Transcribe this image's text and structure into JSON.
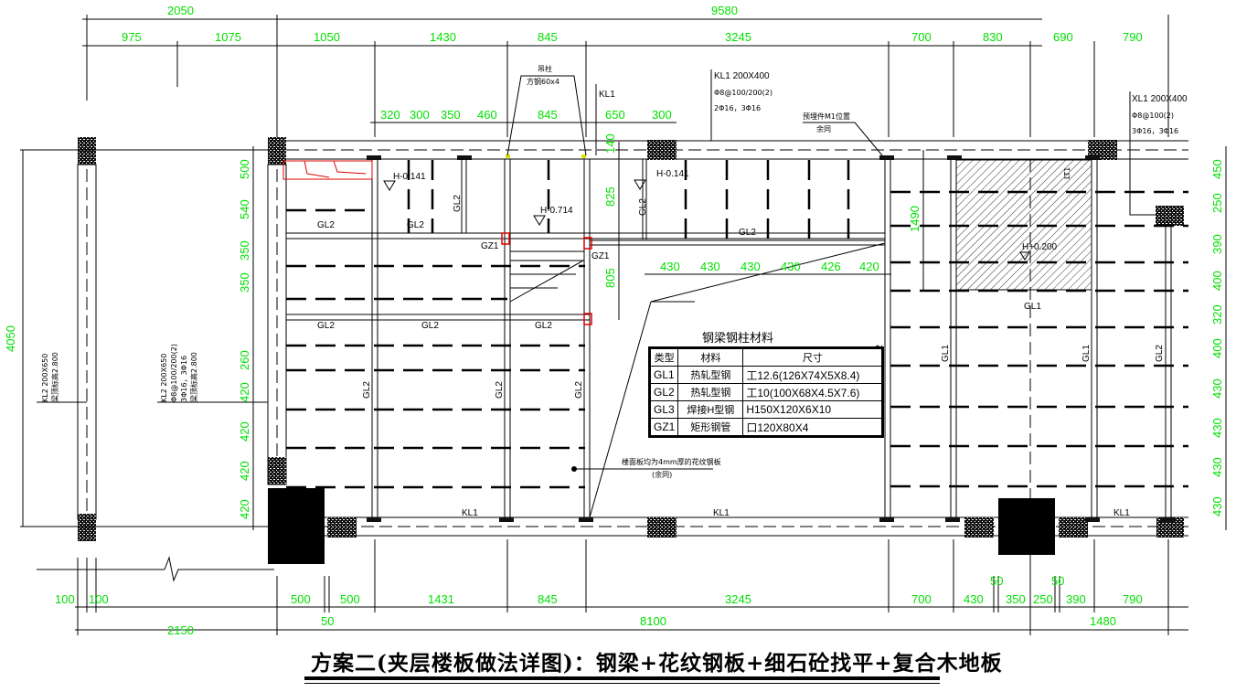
{
  "title": "方案二(夹层楼板做法详图)：钢梁+花纹钢板+细石砼找平+复合木地板",
  "dimensions": {
    "top_overall": [
      "2050",
      "9580"
    ],
    "top_row": [
      "975",
      "1075",
      "1050",
      "1430",
      "845",
      "3245",
      "700",
      "830",
      "690",
      "790"
    ],
    "top_inner_row": [
      "320",
      "300",
      "350",
      "460",
      "845",
      "650",
      "300"
    ],
    "mid_row": [
      "430",
      "430",
      "430",
      "430",
      "426",
      "420"
    ],
    "left_overall": "4050",
    "left_column": [
      "500",
      "540",
      "350",
      "350",
      "260",
      "420",
      "420",
      "420",
      "420"
    ],
    "right_column": [
      "450",
      "250",
      "390",
      "400",
      "320",
      "400",
      "430",
      "430",
      "430",
      "430"
    ],
    "inner_vertical": [
      "140",
      "825",
      "805",
      "1490"
    ],
    "bottom_row": [
      "100",
      "100",
      "500",
      "500",
      "1431",
      "845",
      "3245",
      "700",
      "430",
      "350",
      "250",
      "390",
      "790"
    ],
    "bottom_small": [
      "50",
      "50",
      "50"
    ],
    "bottom_overall": [
      "2150",
      "8100",
      "1480"
    ]
  },
  "annotations": {
    "hanger": "吊柱",
    "hanger_spec": "方钢60x4",
    "kl1": "KL1",
    "kl1_spec": [
      "KL1 200X400",
      "Φ8@100/200(2)",
      "2Φ16，3Φ16"
    ],
    "xl1_spec": [
      "XL1 200X400",
      "Φ8@100(2)",
      "3Φ16，3Φ16"
    ],
    "kl2_left": [
      "KL2 200X650",
      "梁顶标高2.800"
    ],
    "kl2_mid": [
      "KL2 200X650",
      "Φ8@100/200(2)",
      "3Φ16，3Φ16",
      "梁顶标高2.800"
    ],
    "embed_note": [
      "预埋件M1位置",
      "余同"
    ],
    "plate_note": [
      "楼面板均为4mm厚的花纹钢板",
      "(余同)"
    ],
    "elev_1": "H-0.141",
    "elev_2": "H-0.714",
    "elev_3": "H-0.141",
    "elev_4": "H+0.200",
    "beam_gl1": "GL1",
    "beam_gl2": "GL2",
    "beam_kl1": "KL1",
    "column_gz1": "GZ1",
    "lt1": "LT1"
  },
  "material_table": {
    "title": "钢梁钢柱材料",
    "headers": [
      "类型",
      "材料",
      "尺寸"
    ],
    "rows": [
      [
        "GL1",
        "热轧型钢",
        "工12.6(126X74X5X8.4)"
      ],
      [
        "GL2",
        "热轧型钢",
        "工10(100X68X4.5X7.6)"
      ],
      [
        "GL3",
        "焊接H型钢",
        "H150X120X6X10"
      ],
      [
        "GZ1",
        "矩形钢管",
        "口120X80X4"
      ]
    ]
  },
  "colors": {
    "dimension": "#00e000",
    "lines": "#000000",
    "highlight_red": "#e00000",
    "highlight_yellow": "#e0e000"
  }
}
